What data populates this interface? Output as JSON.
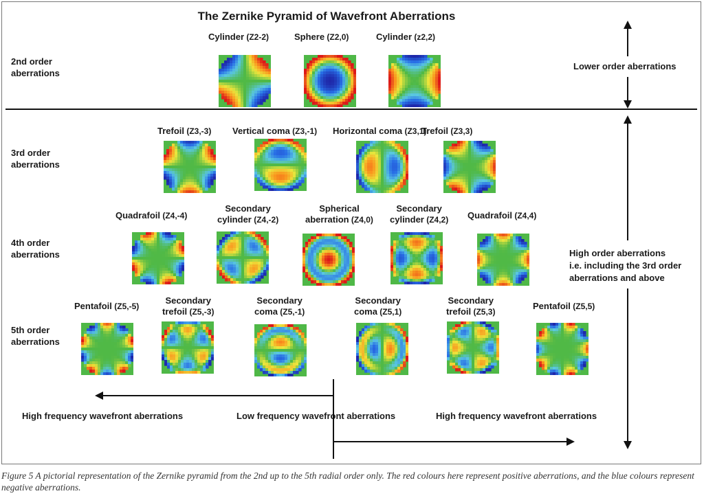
{
  "title": "The Zernike Pyramid of Wavefront Aberrations",
  "rows": [
    {
      "label": "2nd order\naberrations",
      "tiles": [
        {
          "name": "Cylinder",
          "code": "(Z2-2)",
          "n": 2,
          "m": -2
        },
        {
          "name": "Sphere",
          "code": "(Z2,0)",
          "n": 2,
          "m": 0
        },
        {
          "name": "Cylinder",
          "code": "(z2,2)",
          "n": 2,
          "m": 2
        }
      ]
    },
    {
      "label": "3rd order\naberrations",
      "tiles": [
        {
          "name": "Trefoil",
          "code": "(Z3,-3)",
          "n": 3,
          "m": -3
        },
        {
          "name": "Vertical coma",
          "code": "(Z3,-1)",
          "n": 3,
          "m": -1
        },
        {
          "name": "Horizontal coma",
          "code": "(Z3,1)",
          "n": 3,
          "m": 1
        },
        {
          "name": "Trefoil",
          "code": "(Z3,3)",
          "n": 3,
          "m": 3
        }
      ]
    },
    {
      "label": "4th order\naberrations",
      "tiles": [
        {
          "name": "Quadrafoil",
          "code": "(Z4,-4)",
          "n": 4,
          "m": -4
        },
        {
          "name": "Secondary\ncylinder",
          "code": "(Z4,-2)",
          "n": 4,
          "m": -2
        },
        {
          "name": "Spherical\naberration",
          "code": "(Z4,0)",
          "n": 4,
          "m": 0
        },
        {
          "name": "Secondary\ncylinder",
          "code": "(Z4,2)",
          "n": 4,
          "m": 2
        },
        {
          "name": "Quadrafoil",
          "code": "(Z4,4)",
          "n": 4,
          "m": 4
        }
      ]
    },
    {
      "label": "5th order\naberrations",
      "tiles": [
        {
          "name": "Pentafoil",
          "code": "(Z5,-5)",
          "n": 5,
          "m": -5
        },
        {
          "name": "Secondary\ntrefoil",
          "code": "(Z5,-3)",
          "n": 5,
          "m": -3
        },
        {
          "name": "Secondary\ncoma",
          "code": "(Z5,-1)",
          "n": 5,
          "m": -1
        },
        {
          "name": "Secondary\ncoma",
          "code": "(Z5,1)",
          "n": 5,
          "m": 1
        },
        {
          "name": "Secondary\ntrefoil",
          "code": "(Z5,3)",
          "n": 5,
          "m": 3
        },
        {
          "name": "Pentafoil",
          "code": "(Z5,5)",
          "n": 5,
          "m": 5
        }
      ]
    }
  ],
  "side": {
    "lower": "Lower order aberrations",
    "higher": "High order aberrations\ni.e. including the 3rd order\naberrations and above"
  },
  "frequency": {
    "left": "High frequency wavefront aberrations",
    "center": "Low frequency wavefront aberrations",
    "right": "High frequency wavefront aberrations"
  },
  "caption": "Figure 5 A pictorial representation of the Zernike pyramid from the 2nd up to the 5th radial order only. The red colours here represent positive aberrations, and the blue colours represent negative aberrations.",
  "colors": {
    "positive": "#e8231f",
    "negative": "#2a35c8",
    "neutral": "#4fb847"
  }
}
